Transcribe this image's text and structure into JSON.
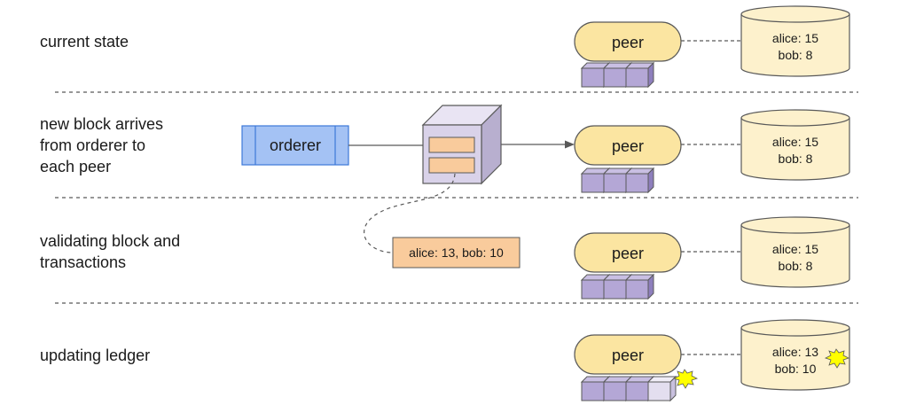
{
  "stages": [
    {
      "label": "current state",
      "peer": "peer",
      "ledger": [
        "alice: 15",
        "bob: 8"
      ]
    },
    {
      "label": "new block arrives\nfrom orderer to\neach peer",
      "peer": "peer",
      "ledger": [
        "alice: 15",
        "bob: 8"
      ]
    },
    {
      "label": "validating block and\ntransactions",
      "peer": "peer",
      "ledger": [
        "alice: 15",
        "bob: 8"
      ]
    },
    {
      "label": "updating ledger",
      "peer": "peer",
      "ledger": [
        "alice: 13",
        "bob: 10"
      ]
    }
  ],
  "orderer": {
    "label": "orderer"
  },
  "transaction": {
    "label": "alice: 13, bob: 10"
  },
  "colors": {
    "peer_fill": "#fbe5a1",
    "ledger_fill": "#fdf1cc",
    "block_fill": "#b4a7d6",
    "orderer_fill": "#a4c2f4",
    "tx_fill": "#f9cb9c",
    "new_block_fill": "#d9d2e9",
    "highlight_fill": "#ffff00",
    "stroke": "#595959"
  }
}
